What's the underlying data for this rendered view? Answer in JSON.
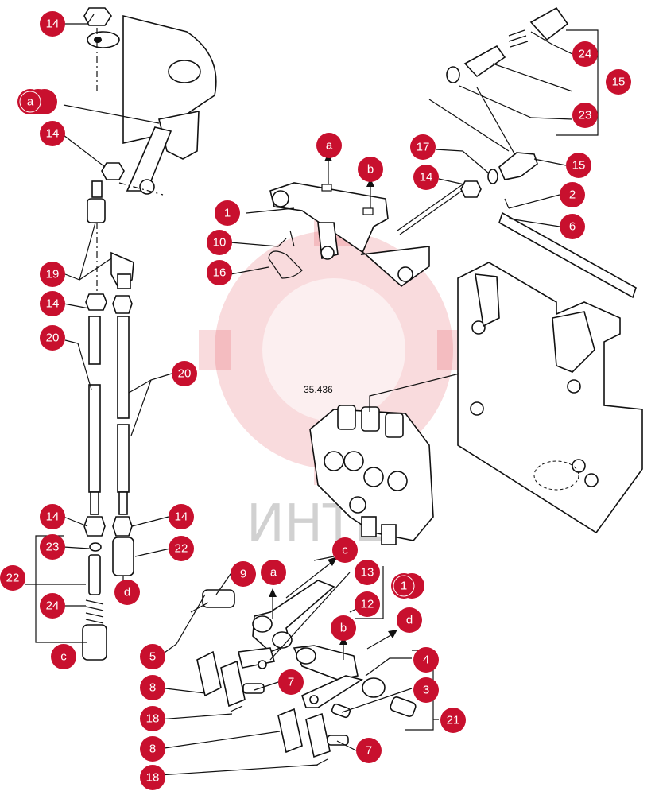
{
  "watermark": {
    "text": "ИНТЕ",
    "color": "#d81e2c"
  },
  "accent_color": "#c8102e",
  "reference_label": "35.436",
  "callouts": [
    "14",
    "a",
    "14",
    "19",
    "14",
    "20",
    "20",
    "14",
    "23",
    "22",
    "22",
    "24",
    "c",
    "d",
    "a",
    "b",
    "1",
    "10",
    "16",
    "17",
    "14",
    "15",
    "2",
    "6",
    "24",
    "15",
    "23",
    "c",
    "9",
    "a",
    "13",
    "1",
    "12",
    "b",
    "d",
    "4",
    "3",
    "5",
    "8",
    "18",
    "8",
    "18",
    "7",
    "7",
    "21"
  ]
}
